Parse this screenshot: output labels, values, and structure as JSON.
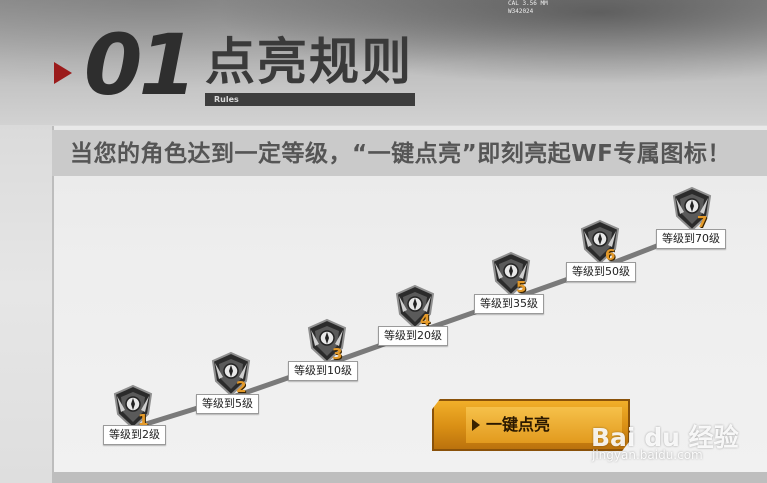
{
  "section": {
    "number": "01",
    "title": "点亮规则",
    "subtitle": "Rules"
  },
  "hero": {
    "mech_text": [
      "CAL 3.56 MM",
      "W342024"
    ]
  },
  "banner": {
    "text": "当您的角色达到一定等级，“一键点亮”即刻亮起WF专属图标！"
  },
  "levels": [
    {
      "badge": "1",
      "label": "等级到2级"
    },
    {
      "badge": "2",
      "label": "等级到5级"
    },
    {
      "badge": "3",
      "label": "等级到10级"
    },
    {
      "badge": "4",
      "label": "等级到20级"
    },
    {
      "badge": "5",
      "label": "等级到35级"
    },
    {
      "badge": "6",
      "label": "等级到50级"
    },
    {
      "badge": "7",
      "label": "等级到70级"
    }
  ],
  "cta": {
    "label": "一键点亮",
    "icon": "play-arrow-icon"
  },
  "watermark": {
    "logo": "Bai du 经验",
    "url": "jingyan.baidu.com"
  },
  "colors": {
    "accent_red": "#9b1b1b",
    "cta_orange": "#e29a1e",
    "badge_gold": "#e49a2a",
    "banner_bg": "#cacaca"
  }
}
